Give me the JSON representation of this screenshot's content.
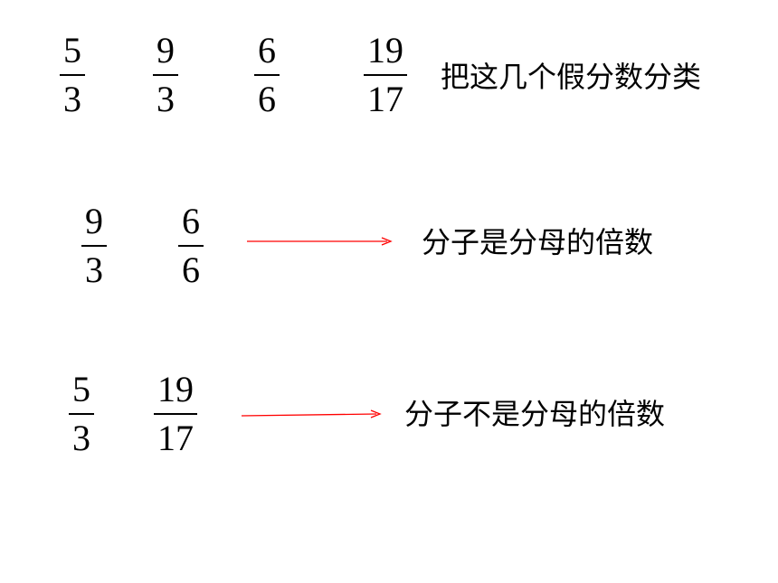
{
  "row1": {
    "fractions": [
      {
        "num": "5",
        "den": "3"
      },
      {
        "num": "9",
        "den": "3"
      },
      {
        "num": "6",
        "den": "6"
      },
      {
        "num": "19",
        "den": "17"
      }
    ],
    "instruction": "把这几个假分数分类"
  },
  "row2": {
    "fractions": [
      {
        "num": "9",
        "den": "3"
      },
      {
        "num": "6",
        "den": "6"
      }
    ],
    "label": "分子是分母的倍数"
  },
  "row3": {
    "fractions": [
      {
        "num": "5",
        "den": "3"
      },
      {
        "num": "19",
        "den": "17"
      }
    ],
    "label": "分子不是分母的倍数"
  },
  "colors": {
    "arrow": "#ff0000",
    "text": "#000000"
  }
}
